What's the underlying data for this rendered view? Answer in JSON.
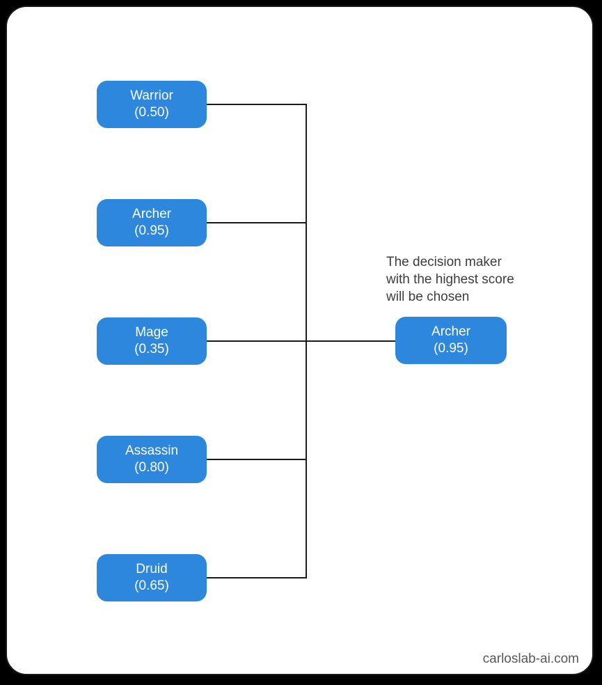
{
  "colors": {
    "background": "#000000",
    "card": "#ffffff",
    "node_fill": "#2d87dc",
    "node_text": "#ffffff",
    "connector": "#1a1a1a",
    "annotation": "#3d3d3d",
    "watermark": "#585858"
  },
  "diagram": {
    "type": "decision-selection",
    "candidates": [
      {
        "name": "Warrior",
        "score_label": "(0.50)",
        "score": 0.5
      },
      {
        "name": "Archer",
        "score_label": "(0.95)",
        "score": 0.95
      },
      {
        "name": "Mage",
        "score_label": "(0.35)",
        "score": 0.35
      },
      {
        "name": "Assassin",
        "score_label": "(0.80)",
        "score": 0.8
      },
      {
        "name": "Druid",
        "score_label": "(0.65)",
        "score": 0.65
      }
    ],
    "result": {
      "name": "Archer",
      "score_label": "(0.95)",
      "score": 0.95
    },
    "annotation": {
      "lines": [
        "The decision maker",
        "with the highest score",
        "will be chosen"
      ]
    },
    "watermark": "carloslab-ai.com"
  }
}
